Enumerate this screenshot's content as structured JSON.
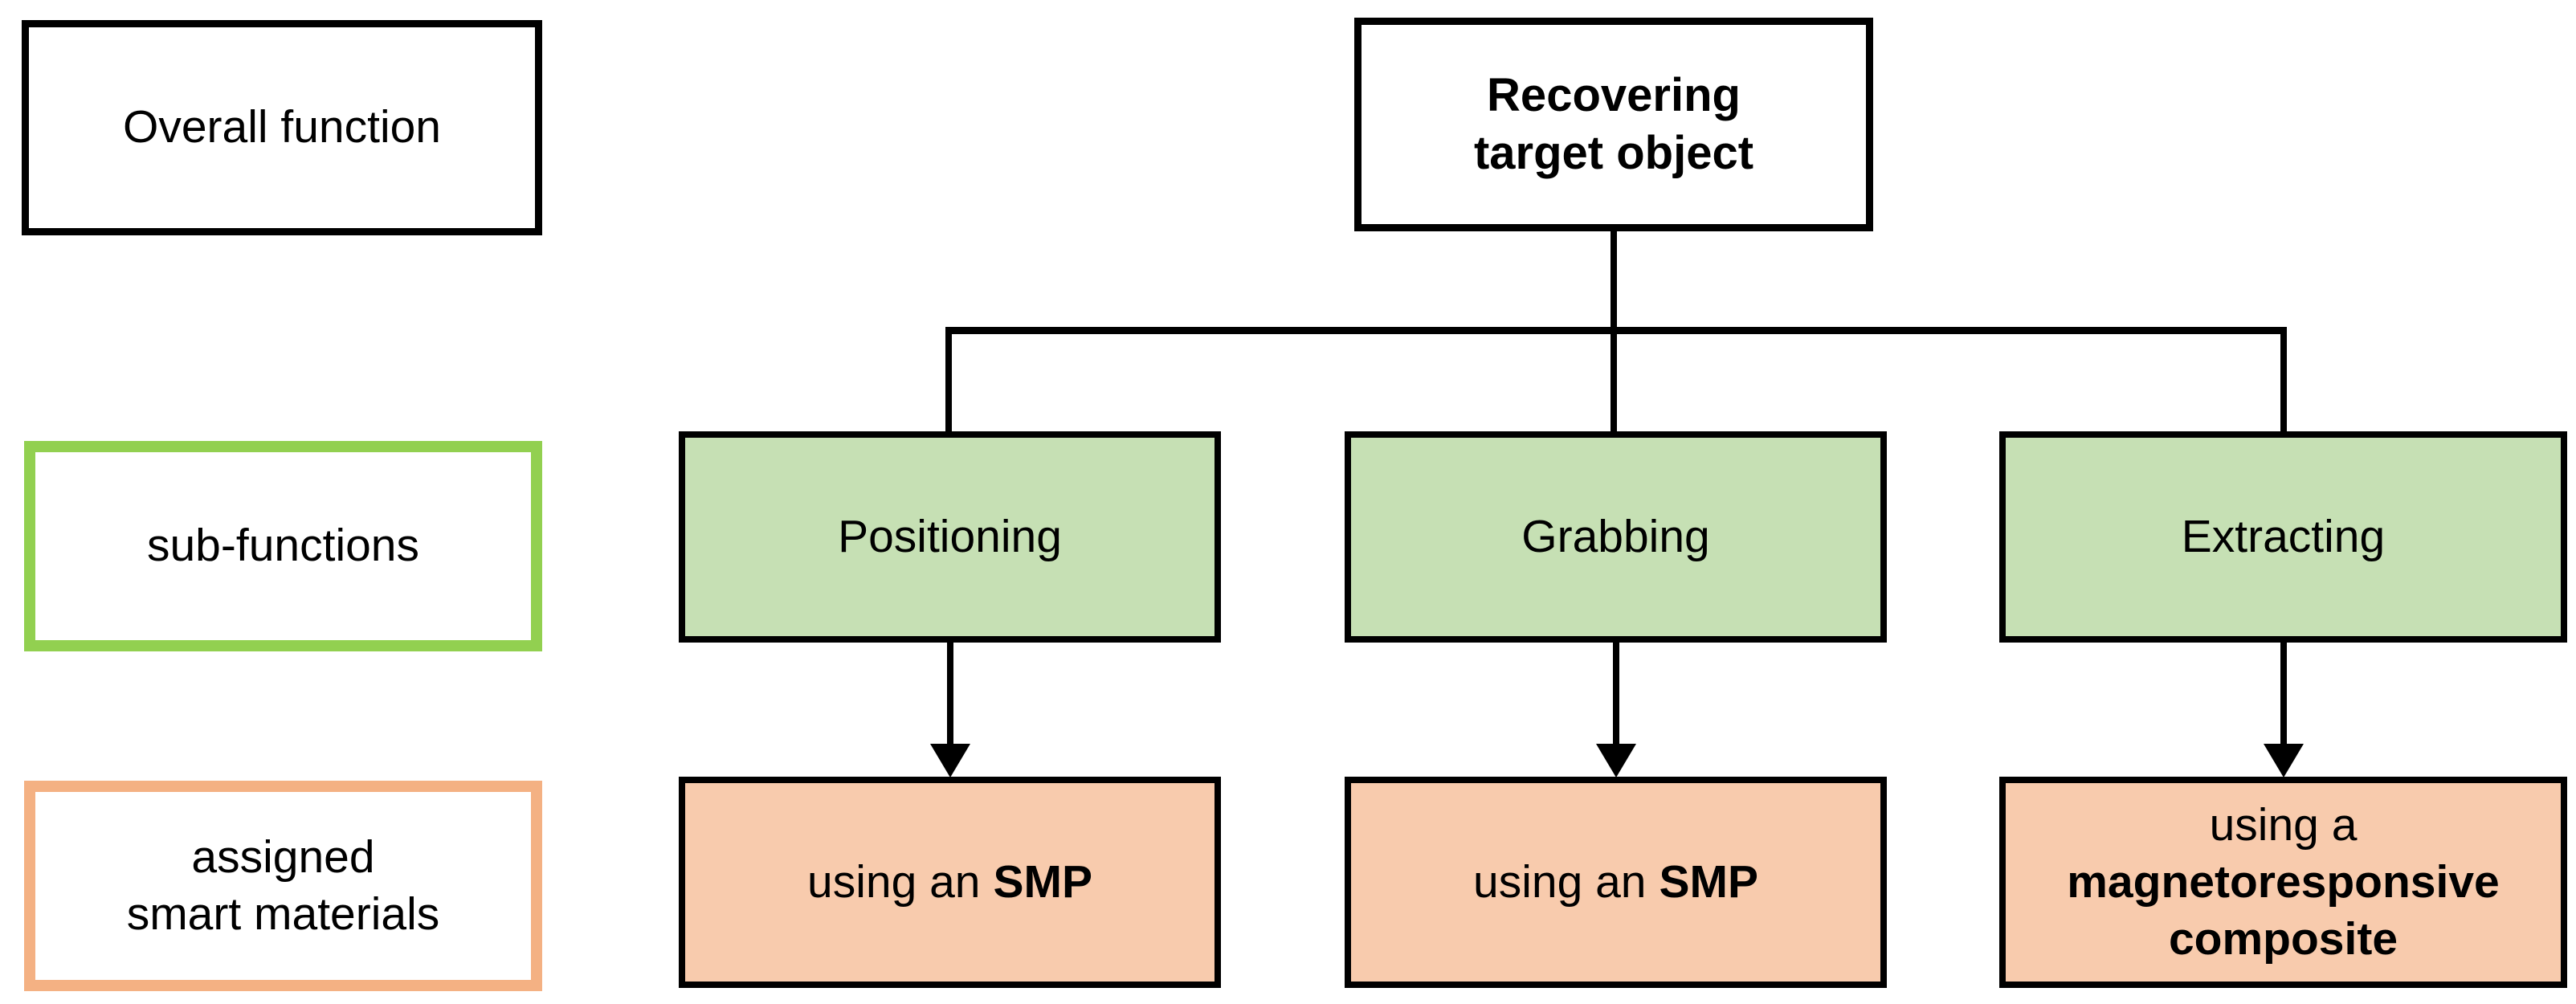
{
  "legend": {
    "overall_function_label": "Overall function",
    "sub_functions_label": "sub-functions",
    "materials_label_line1": "assigned",
    "materials_label_line2": "smart materials"
  },
  "root": {
    "line1": "Recovering",
    "line2": "target object"
  },
  "sub_functions": [
    {
      "label": "Positioning"
    },
    {
      "label": "Grabbing"
    },
    {
      "label": "Extracting"
    }
  ],
  "materials": [
    {
      "prefix": "using an",
      "bold": "SMP"
    },
    {
      "prefix": "using an",
      "bold": "SMP"
    },
    {
      "prefix": "using a",
      "bold_line1": "magnetoresponsive",
      "bold_line2": "composite"
    }
  ],
  "colors": {
    "sub_function_fill": "#c6e0b4",
    "material_fill": "#f8cbad",
    "sub_functions_border": "#92d050",
    "materials_border": "#f4b183",
    "line": "#000000",
    "background": "#ffffff"
  }
}
